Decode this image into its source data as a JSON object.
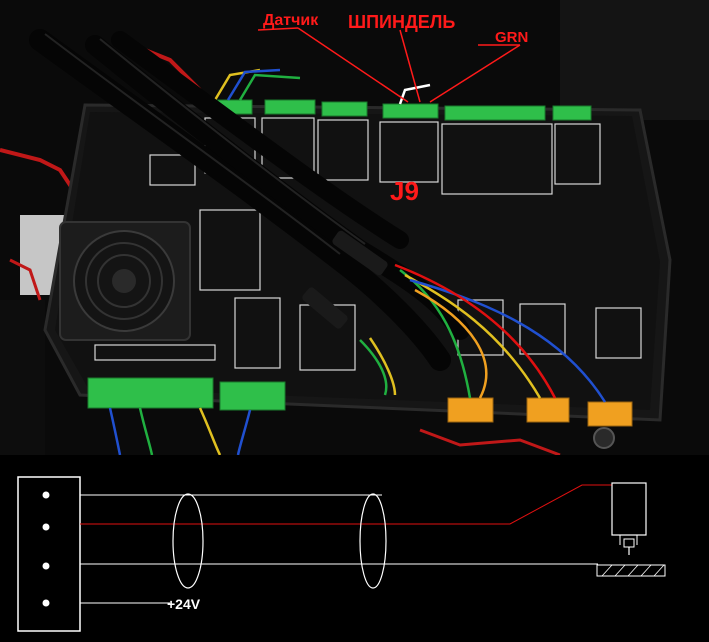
{
  "photo": {
    "labels": {
      "sensor": "Датчик",
      "spindle": "ШПИНДЕЛЬ",
      "grn": "GRN",
      "j9": "J9"
    }
  },
  "diagram": {
    "supply_label": "+24V"
  },
  "colors": {
    "label_red": "#ff1a1a",
    "wire_red": "#e01010",
    "wire_white": "#ffffff",
    "board": "#121212",
    "terminal_green": "#2fbf4a",
    "terminal_orange": "#f0a020"
  }
}
